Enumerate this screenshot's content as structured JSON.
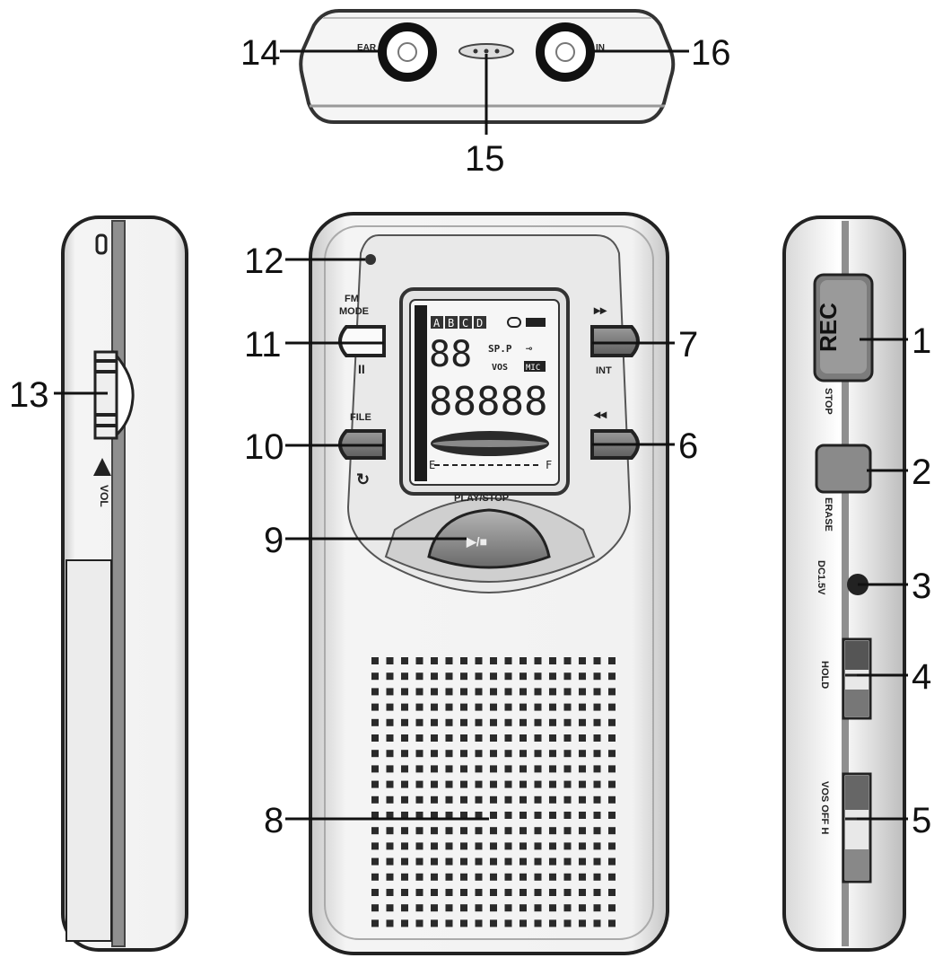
{
  "callouts": {
    "c1": "1",
    "c2": "2",
    "c3": "3",
    "c4": "4",
    "c5": "5",
    "c6": "6",
    "c7": "7",
    "c8": "8",
    "c9": "9",
    "c10": "10",
    "c11": "11",
    "c12": "12",
    "c13": "13",
    "c14": "14",
    "c15": "15",
    "c16": "16"
  },
  "top_view": {
    "left_jack_label": "EAR",
    "right_jack_label": "IN"
  },
  "front": {
    "fm_mode_label_1": "FM",
    "fm_mode_label_2": "MODE",
    "pause_label": "II",
    "file_label": "FILE",
    "repeat_label": "↻",
    "ff_label": "▸▸",
    "int_label": "INT",
    "rew_label": "◂◂",
    "play_stop_label": "PLAY/STOP",
    "play_button_label": "▶/■",
    "lcd": {
      "folders": [
        "A",
        "B",
        "C",
        "D"
      ],
      "digits_small": "88",
      "speed": "SP.P",
      "key": "⊸",
      "vos": "VOS",
      "mic": "MIC",
      "digits_large": "88888",
      "scale_left": "E",
      "scale_right": "F"
    }
  },
  "right_side": {
    "rec_label": "REC",
    "stop_label": "STOP",
    "erase_label": "ERASE",
    "dc_label": "DC1.5V",
    "hold_label": "HOLD",
    "switch_label": "VOS OFF H"
  },
  "left_side": {
    "vol_label": "VOL"
  }
}
